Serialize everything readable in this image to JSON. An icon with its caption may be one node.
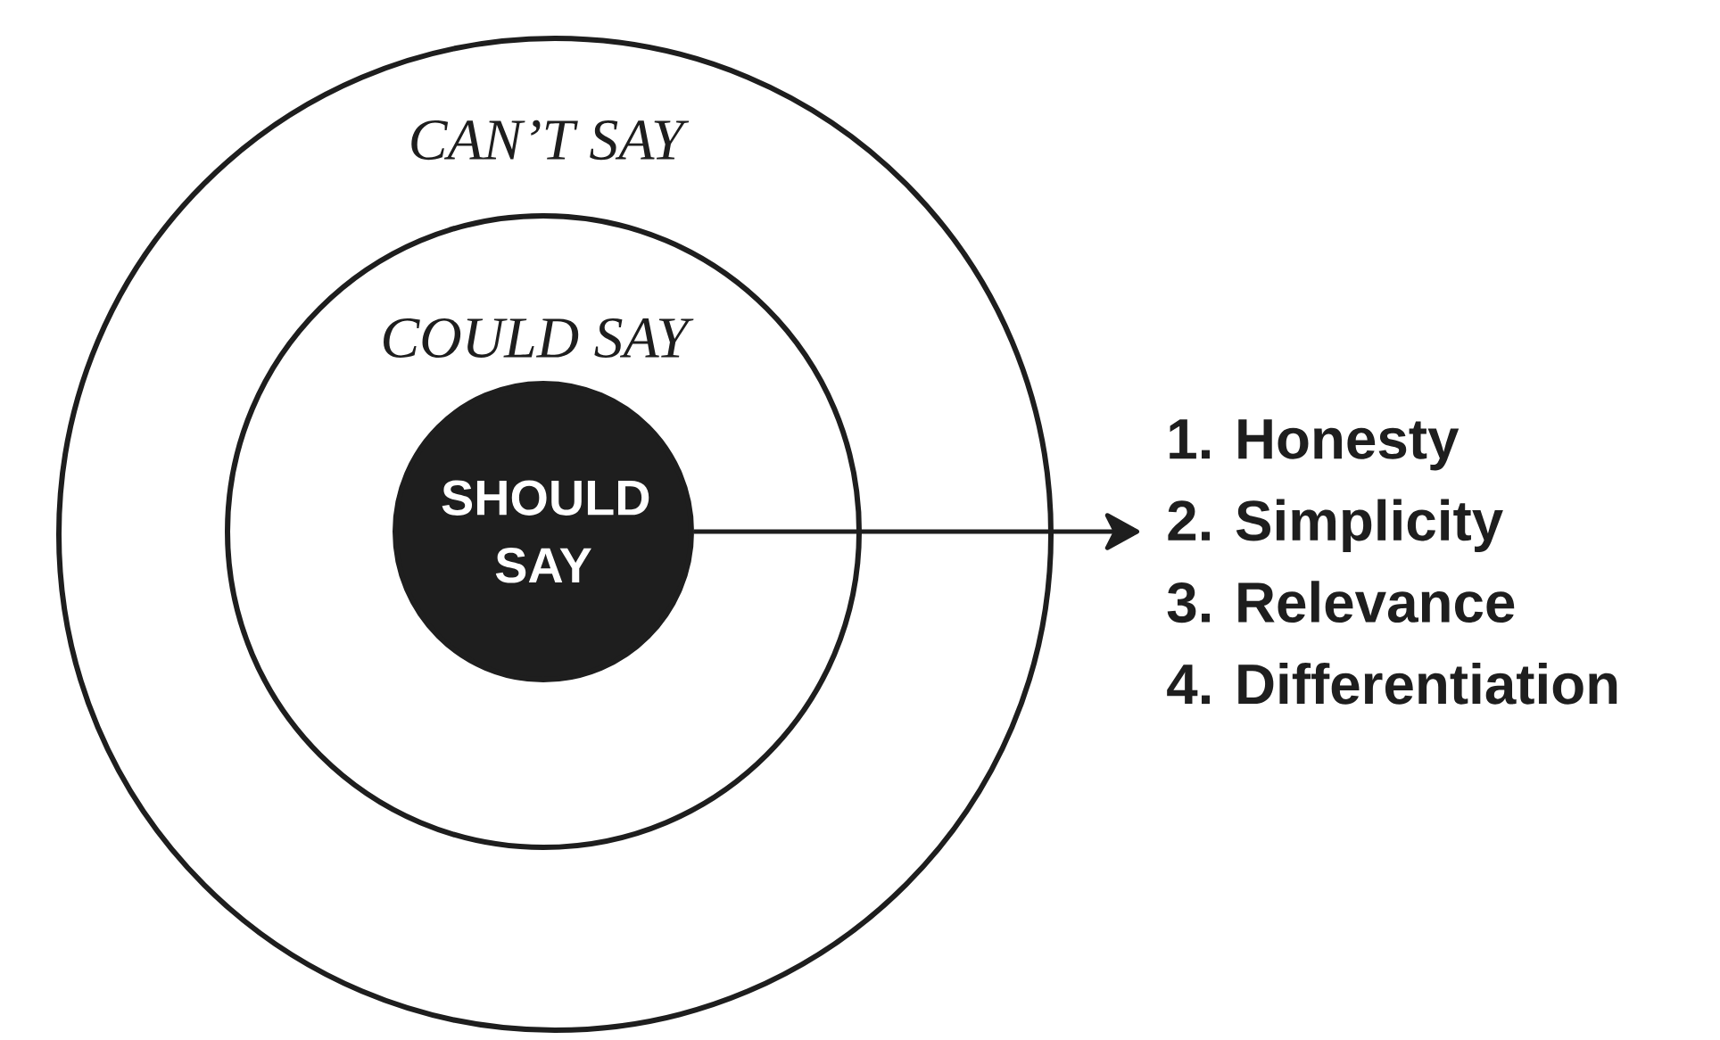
{
  "diagram": {
    "nodes": [
      {
        "text": [
          "CAN’T SAY"
        ]
      },
      {
        "text": [
          "COULD SAY"
        ],
        "in": 0
      },
      {
        "text": [
          "SHOULD SAY"
        ],
        "in": 1
      },
      {
        "text": [
          "1. Honesty",
          "2. Simplicity",
          "3. Relevance",
          "4. Differentiation"
        ]
      }
    ],
    "edges": [
      {
        "from": 2,
        "to": 3,
        "arrow": "to"
      }
    ]
  }
}
